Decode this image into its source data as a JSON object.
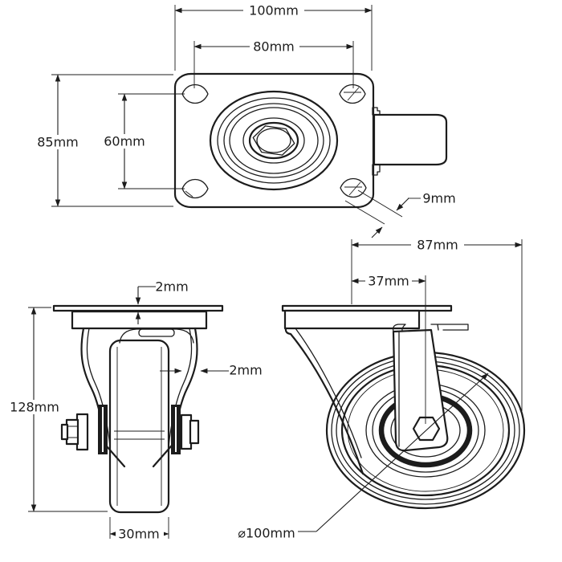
{
  "drawing": {
    "kind": "caster-wheel-technical-drawing",
    "background_color": "#ffffff",
    "line_color": "#1c1c1c"
  },
  "views": {
    "top": {
      "name": "top view (mounting plate)",
      "dims": {
        "overall_width": "100mm",
        "hole_spacing_width": "80mm",
        "overall_depth": "85mm",
        "hole_spacing_depth": "60mm",
        "slot_width": "9mm"
      }
    },
    "front": {
      "name": "front view",
      "dims": {
        "plate_thickness": "2mm",
        "bracket_thickness": "2mm",
        "overall_height": "128mm",
        "wheel_width": "30mm"
      }
    },
    "side": {
      "name": "side view",
      "dims": {
        "plate_length": "87mm",
        "swivel_offset": "37mm",
        "wheel_diameter": "⌀100mm"
      }
    }
  }
}
